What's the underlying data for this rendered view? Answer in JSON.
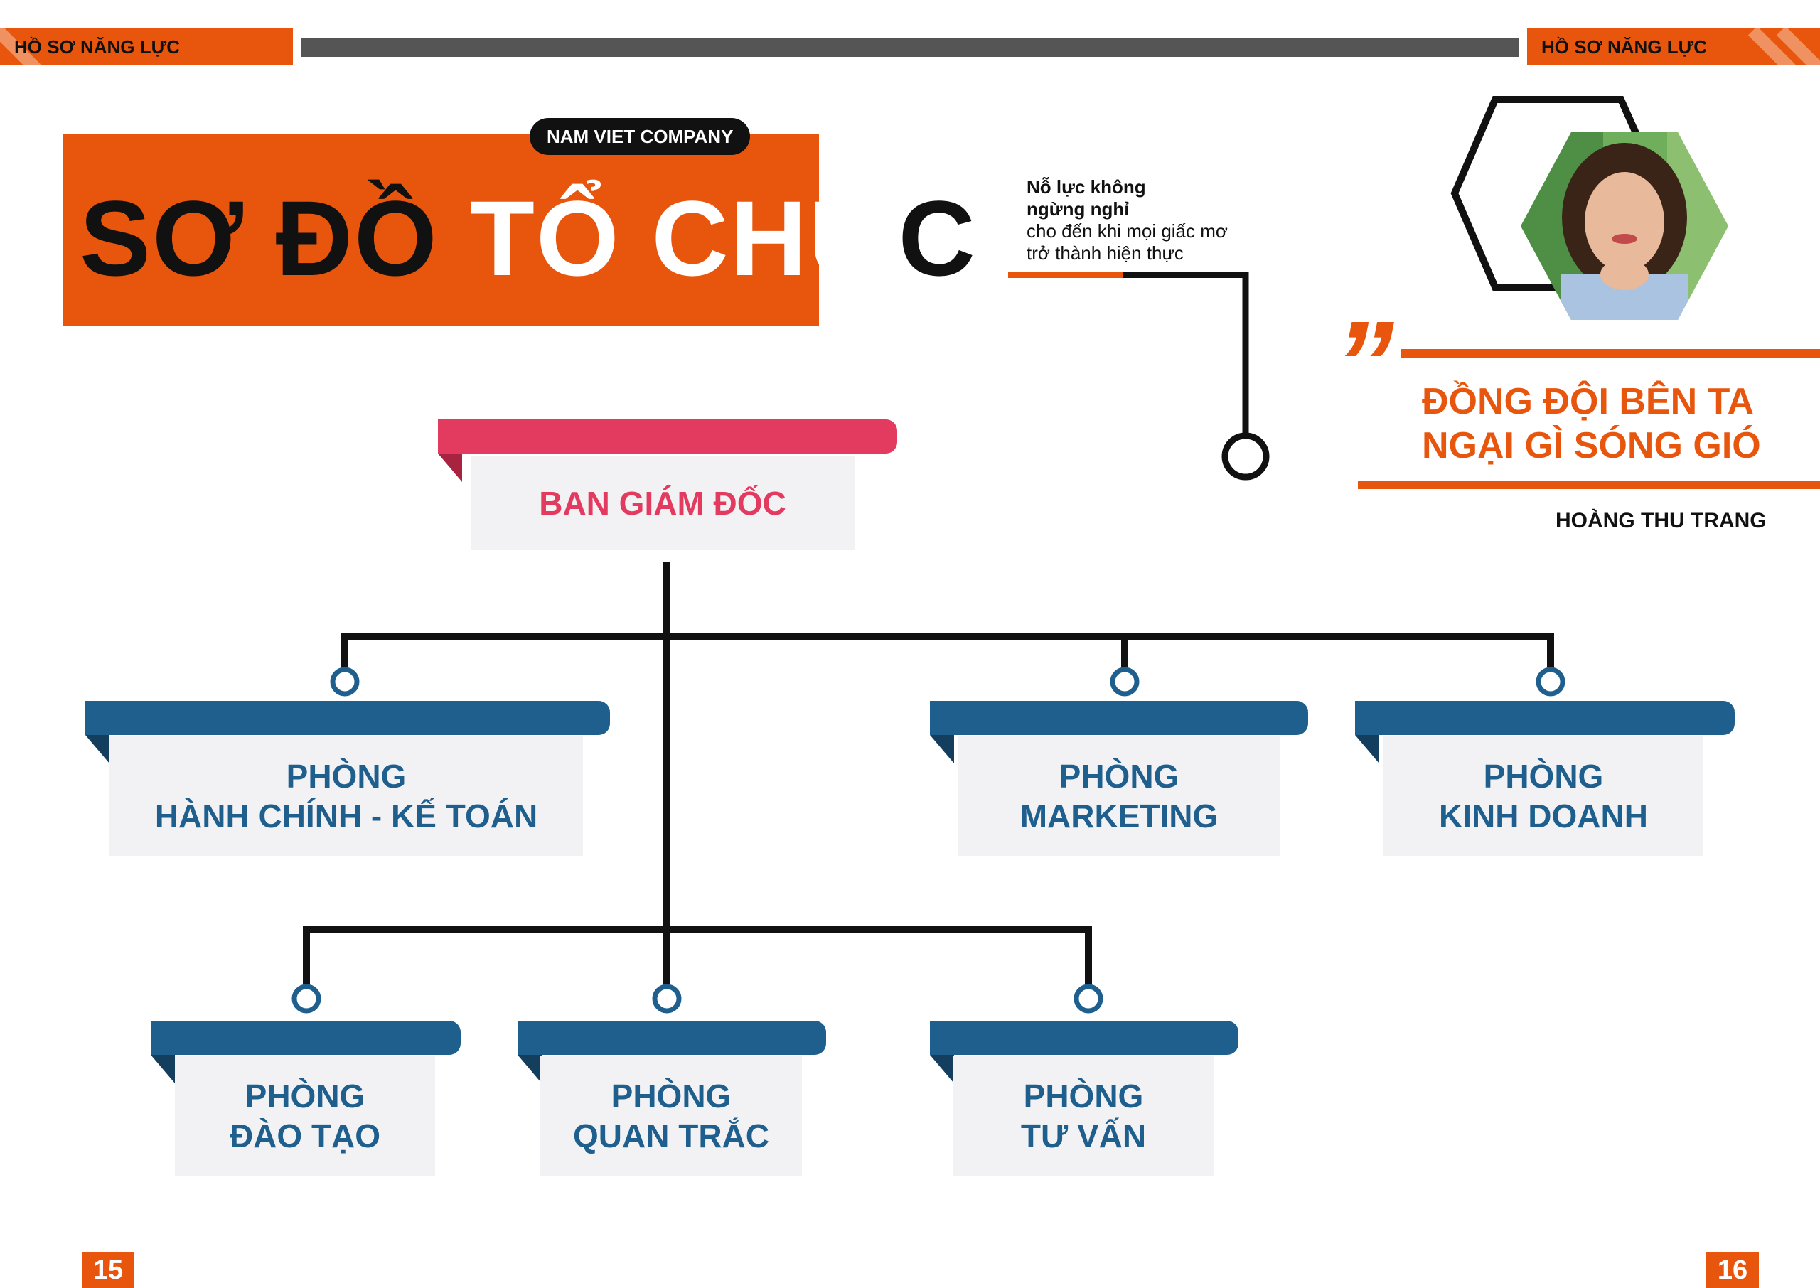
{
  "header": {
    "left_tag": "HỒ SƠ NĂNG LỰC",
    "right_tag": "HỒ SƠ NĂNG LỰC"
  },
  "title_block": {
    "company": "NAM VIET COMPANY",
    "title_part1": "SƠ ĐỒ ",
    "title_part2": "TỔ CHỨ",
    "title_part3": "C"
  },
  "slogan": {
    "line1": "Nỗ lực không",
    "line2": "ngừng nghỉ",
    "line3": "cho đến khi mọi giấc mơ",
    "line4": "trở thành hiện thực"
  },
  "quote": {
    "mark": "”",
    "line1": "ĐỒNG ĐỘI BÊN TA",
    "line2": "NGẠI GÌ SÓNG GIÓ",
    "author": "HOÀNG THU TRANG"
  },
  "org_chart": {
    "top": "BAN GIÁM ĐỐC",
    "departments": [
      {
        "line1": "PHÒNG",
        "line2": "HÀNH CHÍNH - KẾ TOÁN"
      },
      {
        "line1": "PHÒNG",
        "line2": "MARKETING"
      },
      {
        "line1": "PHÒNG",
        "line2": "KINH DOANH"
      },
      {
        "line1": "PHÒNG",
        "line2": "ĐÀO TẠO"
      },
      {
        "line1": "PHÒNG",
        "line2": "QUAN TRẮC"
      },
      {
        "line1": "PHÒNG",
        "line2": "TƯ VẤN"
      }
    ]
  },
  "pages": {
    "left": "15",
    "right": "16"
  },
  "colors": {
    "accent_orange": "#e8560e",
    "dept_blue": "#1f5f8e",
    "director_red": "#e33a5f",
    "line_black": "#111111"
  }
}
